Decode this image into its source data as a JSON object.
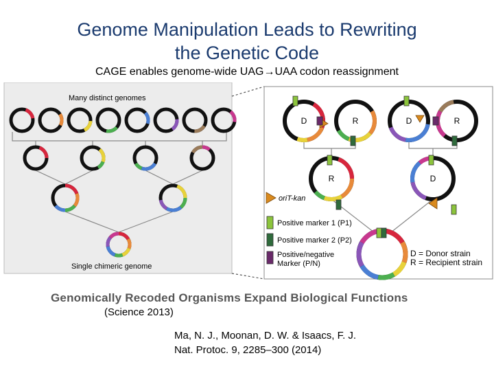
{
  "slide": {
    "title_line1": "Genome Manipulation Leads to Rewriting",
    "title_line2": "the Genetic Code",
    "subtitle_pre": "CAGE enables genome-wide UAG",
    "subtitle_post": "UAA codon reassignment",
    "arrow_glyph": "→"
  },
  "diagram": {
    "left_top_label": "Many distinct genomes",
    "left_bottom_label": "Single chimeric genome",
    "donor_letter": "D",
    "recipient_letter": "R",
    "legend": {
      "oriT": "oriT-kan",
      "marker1": "Positive marker 1 (P1)",
      "marker2": "Positive marker 2 (P2)",
      "marker_pn_1": "Positive/negative",
      "marker_pn_2": "Marker (P/N)",
      "donor_def": "D = Donor strain",
      "recipient_def": "R = Recipient strain"
    },
    "colors": {
      "red": "#d7263d",
      "orange": "#e88a3a",
      "yellow": "#e8d23a",
      "green": "#4caf50",
      "blue": "#4a7fd4",
      "purple": "#8a56b8",
      "brown": "#9a7b5a",
      "magenta": "#c8388f",
      "lime_marker": "#8cc43c",
      "dark_marker": "#2f6b3c",
      "purple_marker": "#6a2a6a",
      "oriT": "#d98a1e"
    }
  },
  "banner": "Genomically Recoded Organisms Expand Biological Functions",
  "citation": {
    "year": "(Science 2013)",
    "line1": "Ma, N. J., Moonan, D. W. & Isaacs, F. J.",
    "line2": "Nat. Protoc. 9, 2285–300 (2014)"
  }
}
